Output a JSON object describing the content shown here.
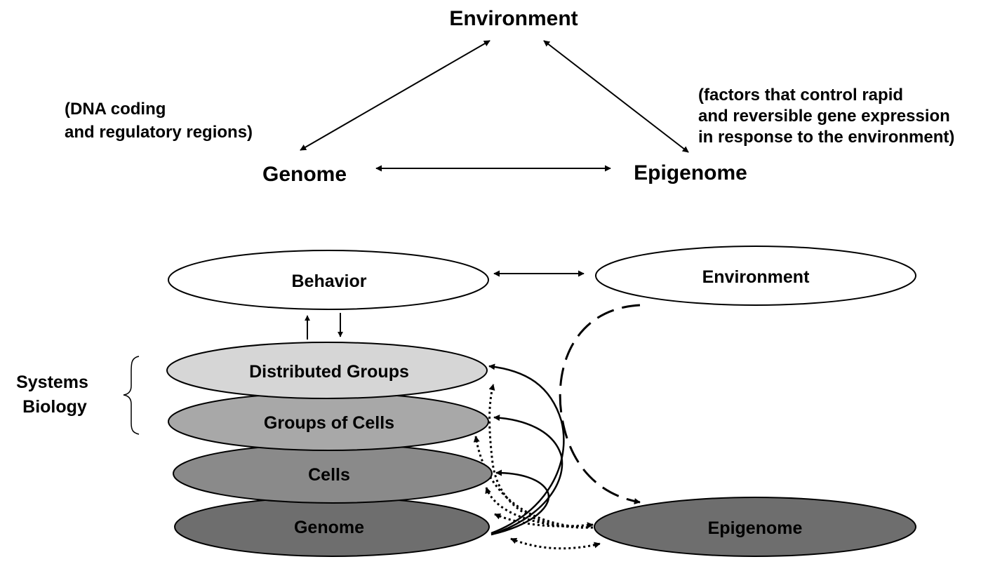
{
  "top_diagram": {
    "environment_label": "Environment",
    "genome_label": "Genome",
    "epigenome_label": "Epigenome",
    "genome_note": [
      "(DNA coding",
      "and regulatory regions)"
    ],
    "epigenome_note": [
      "(factors that control rapid",
      "and reversible gene expression",
      "in response to the environment)"
    ]
  },
  "bottom_diagram": {
    "behavior_label": "Behavior",
    "environment_label": "Environment",
    "distributed_groups_label": "Distributed Groups",
    "groups_of_cells_label": "Groups of Cells",
    "cells_label": "Cells",
    "genome_label": "Genome",
    "epigenome_label": "Epigenome",
    "systems_biology_label": [
      "Systems",
      "Biology"
    ]
  },
  "colors": {
    "white": "#ffffff",
    "distributed_groups_fill": "#d6d6d6",
    "groups_of_cells_fill": "#a8a8a8",
    "cells_fill": "#8a8a8a",
    "genome_fill": "#6e6e6e",
    "epigenome_fill": "#6e6e6e"
  }
}
